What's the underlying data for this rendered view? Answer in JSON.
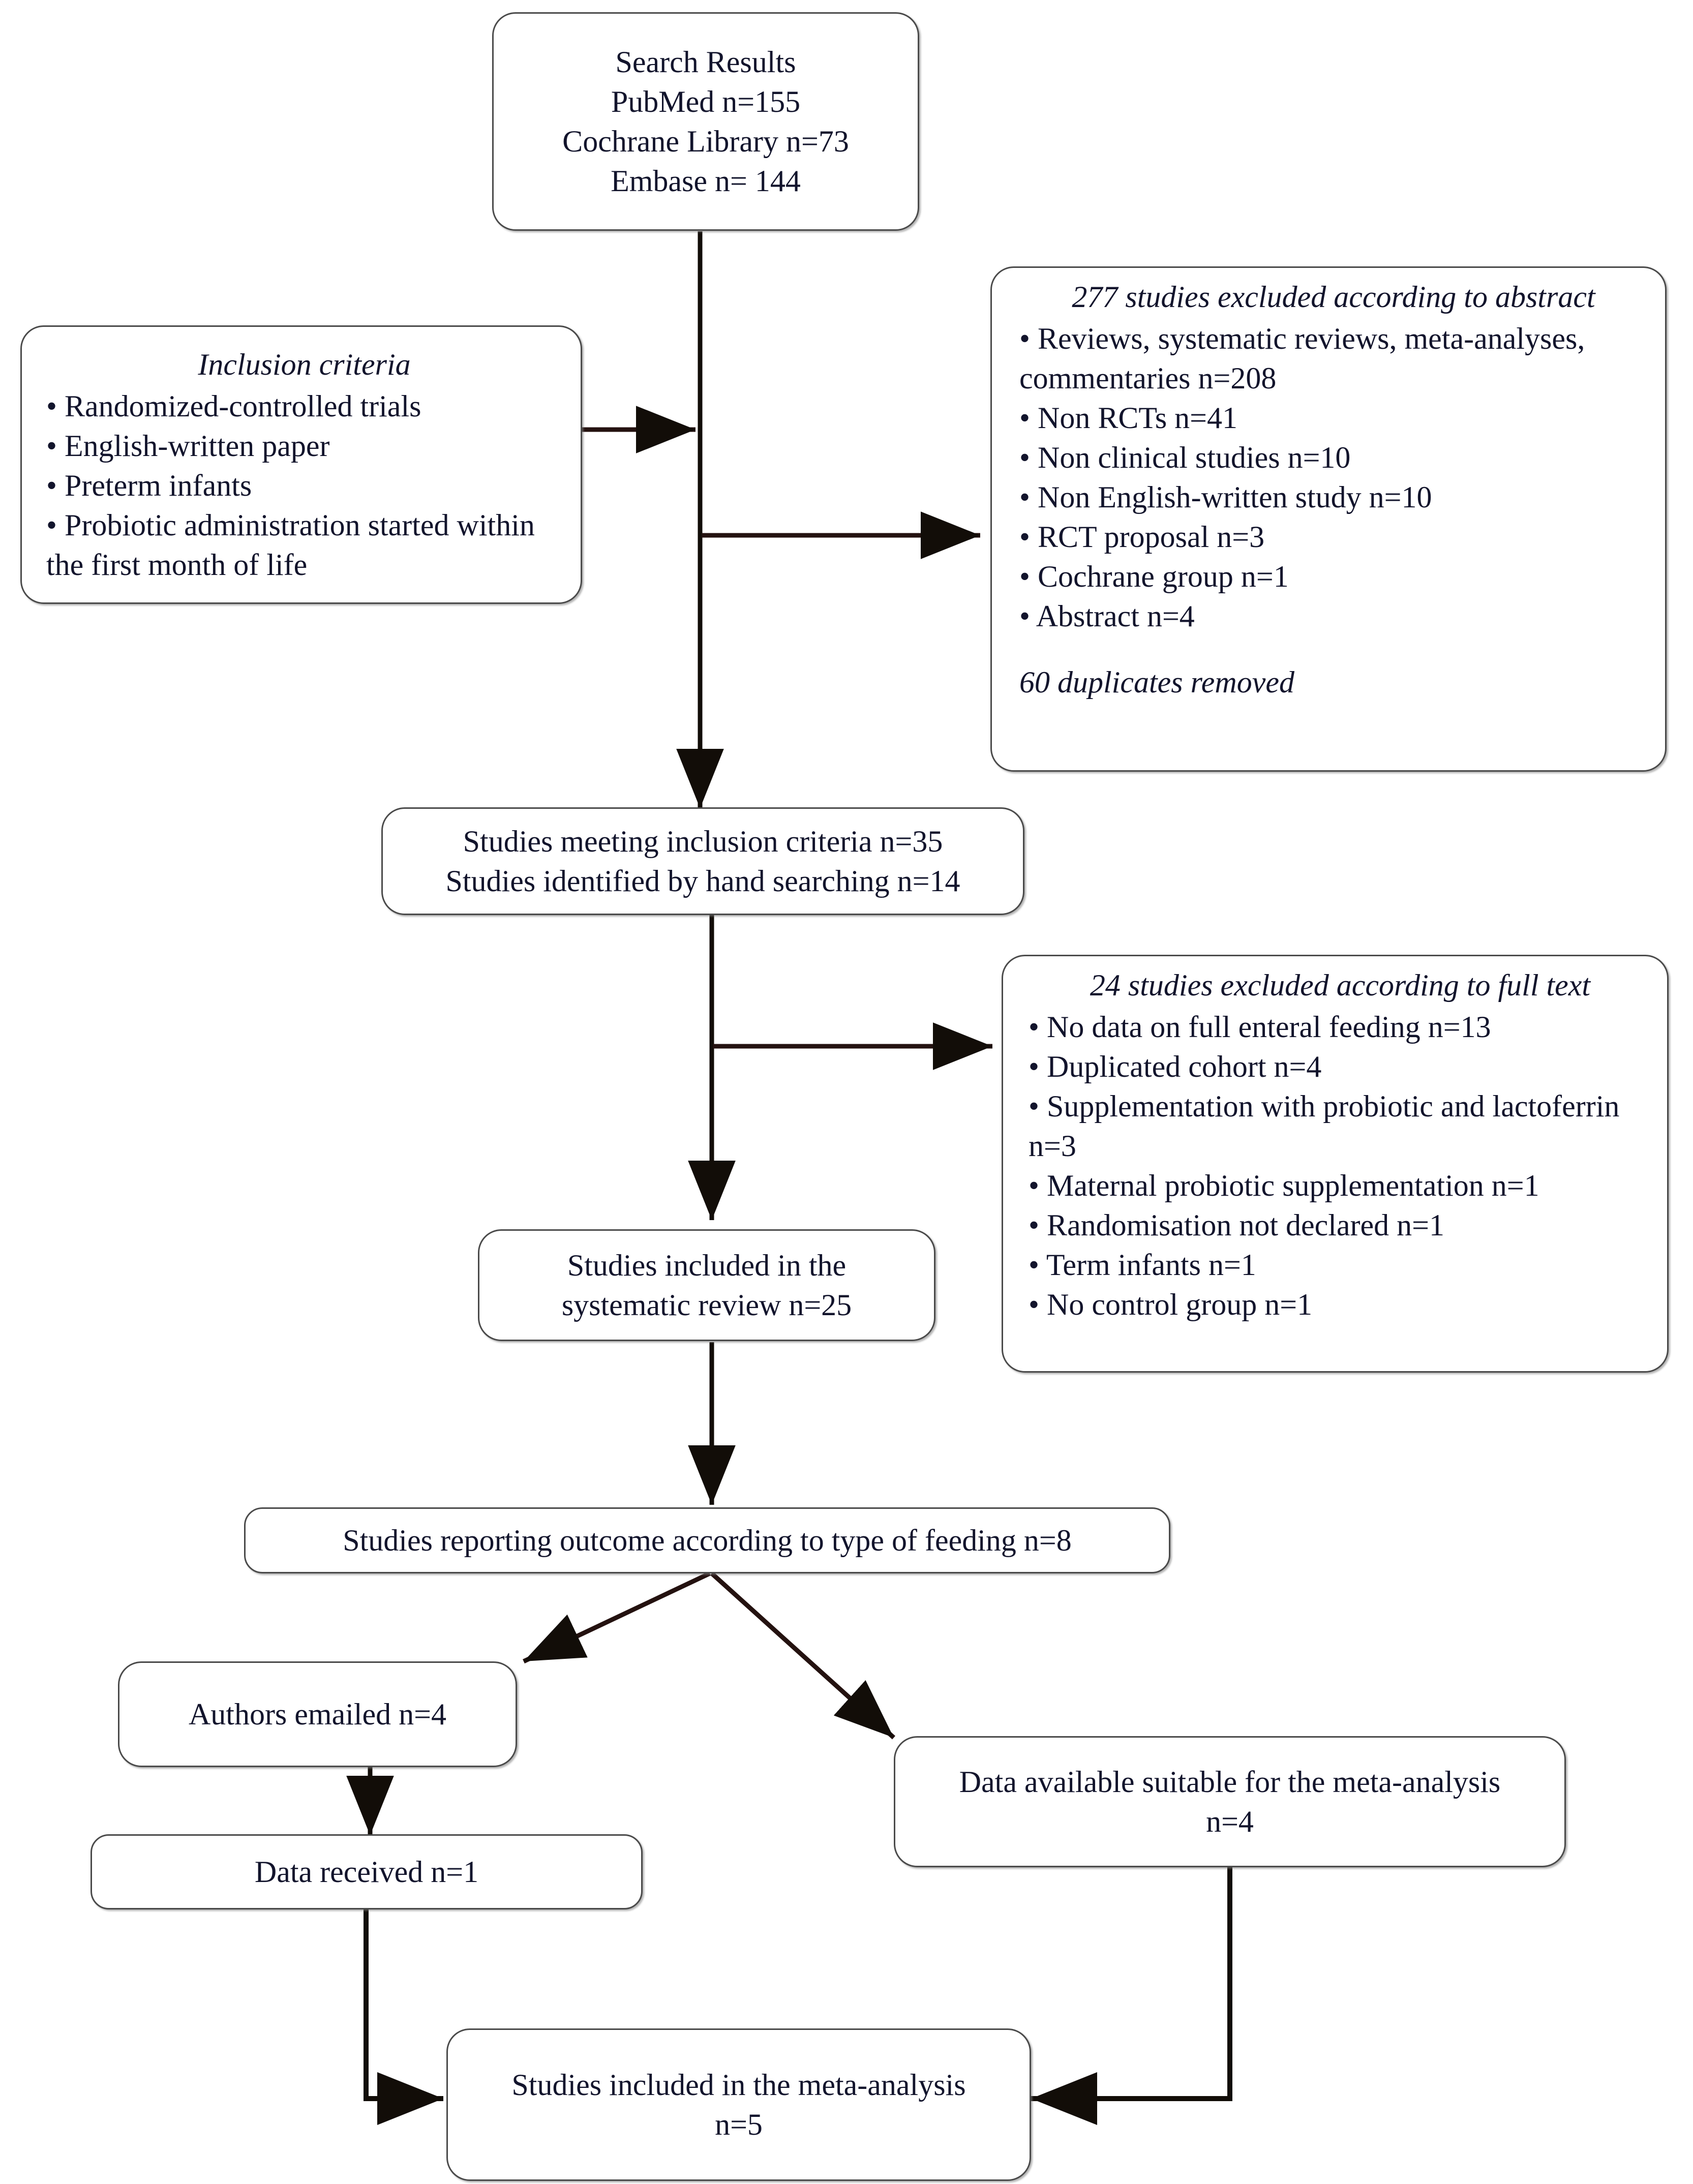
{
  "diagram": {
    "type": "prisma-flow-diagram",
    "accent_color": "#12142c",
    "border_color": "#4a4a4a"
  },
  "nodes": {
    "search_results": {
      "title": "Search Results",
      "lines": [
        "Search Results",
        "PubMed n=155",
        "Cochrane Library n=73",
        "Embase n= 144"
      ]
    },
    "inclusion_criteria": {
      "heading": "Inclusion criteria",
      "items": [
        "• Randomized-controlled trials",
        "• English-written paper",
        "• Preterm infants",
        "• Probiotic administration started within the first month of life"
      ]
    },
    "excluded_abstract": {
      "heading": "277 studies excluded according to abstract",
      "items": [
        "• Reviews, systematic reviews, meta-analyses, commentaries n=208",
        "• Non RCTs n=41",
        "• Non clinical studies n=10",
        "• Non English-written study n=10",
        "• RCT proposal n=3",
        "• Cochrane group n=1",
        "• Abstract n=4"
      ],
      "footer": "60 duplicates removed"
    },
    "meeting_criteria": {
      "lines": [
        "Studies meeting inclusion criteria n=35",
        "Studies identified by hand searching n=14"
      ]
    },
    "excluded_fulltext": {
      "heading": "24 studies excluded according to full text",
      "items": [
        "• No data on full enteral feeding n=13",
        "• Duplicated cohort n=4",
        "• Supplementation with probiotic and lactoferrin n=3",
        "• Maternal probiotic supplementation n=1",
        "• Randomisation not declared n=1",
        "• Term infants n=1",
        "• No control group n=1"
      ]
    },
    "systematic_review": {
      "lines": [
        "Studies included in the",
        "systematic review n=25"
      ]
    },
    "reporting_outcome": {
      "lines": [
        "Studies reporting outcome according to type of feeding n=8"
      ]
    },
    "authors_emailed": {
      "lines": [
        "Authors emailed n=4"
      ]
    },
    "data_available": {
      "lines": [
        "Data available suitable for the meta-analysis",
        "n=4"
      ]
    },
    "data_received": {
      "lines": [
        "Data received n=1"
      ]
    },
    "meta_analysis": {
      "lines": [
        "Studies included in the meta-analysis",
        "n=5"
      ]
    }
  }
}
